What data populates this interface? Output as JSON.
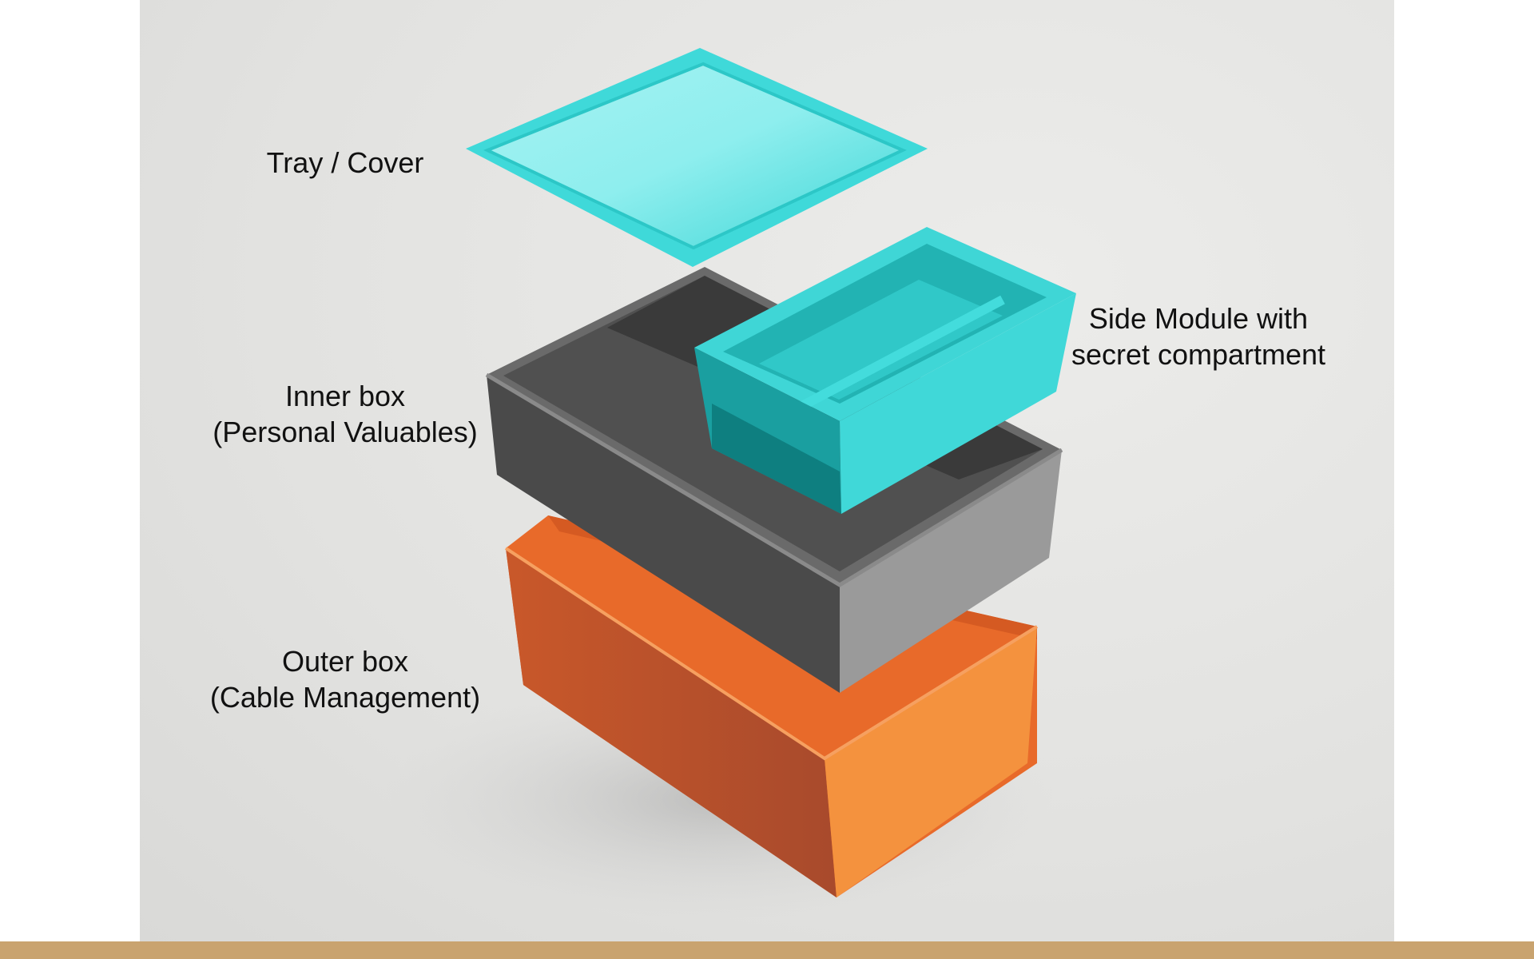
{
  "labels": {
    "tray": "Tray / Cover",
    "inner_box_line1": "Inner box",
    "inner_box_line2": "(Personal Valuables)",
    "outer_box_line1": "Outer box",
    "outer_box_line2": "(Cable Management)",
    "side_module_line1": "Side Module with",
    "side_module_line2": "secret compartment"
  },
  "colors": {
    "tray": "#3fd9d9",
    "inner_box": "#4a4a4a",
    "outer_box": "#f08a3a",
    "side_module": "#2ecfcf",
    "footer_bar": "#c9a36f"
  }
}
